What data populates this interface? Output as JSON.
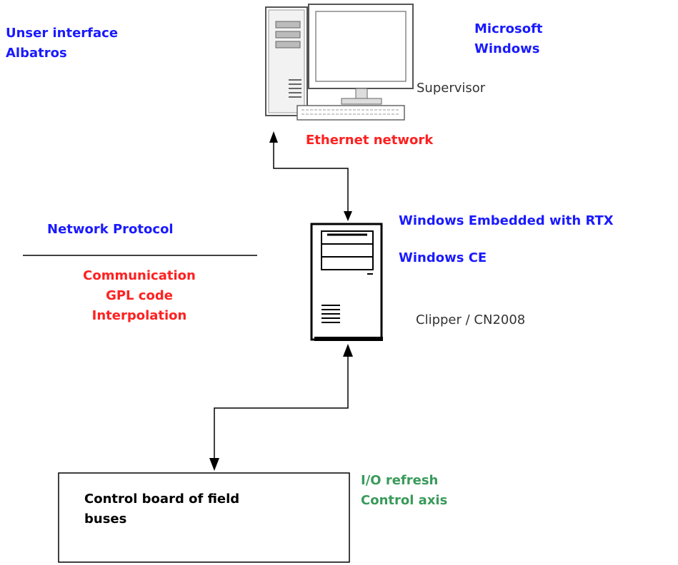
{
  "colors": {
    "blue": "#1a1aff",
    "red": "#ff2020",
    "green": "#3a9a5a",
    "black": "#000000",
    "gray": "#333333"
  },
  "supervisor": {
    "ui_line1": "Unser interface",
    "ui_line2": "Albatros",
    "os_line1": "Microsoft",
    "os_line2": "Windows",
    "name": "Supervisor",
    "network": "Ethernet network",
    "icon": "desktop-computer-icon"
  },
  "controller": {
    "os_embedded": "Windows Embedded with RTX",
    "os_ce": "Windows CE",
    "name": "Clipper / CN2008",
    "icon": "server-tower-icon",
    "protocol": "Network Protocol",
    "functions": [
      "Communication",
      "GPL code",
      "Interpolation"
    ]
  },
  "fieldbus": {
    "board_line1": "Control board of field",
    "board_line2": "buses",
    "tasks": [
      "I/O refresh",
      "Control axis"
    ]
  }
}
